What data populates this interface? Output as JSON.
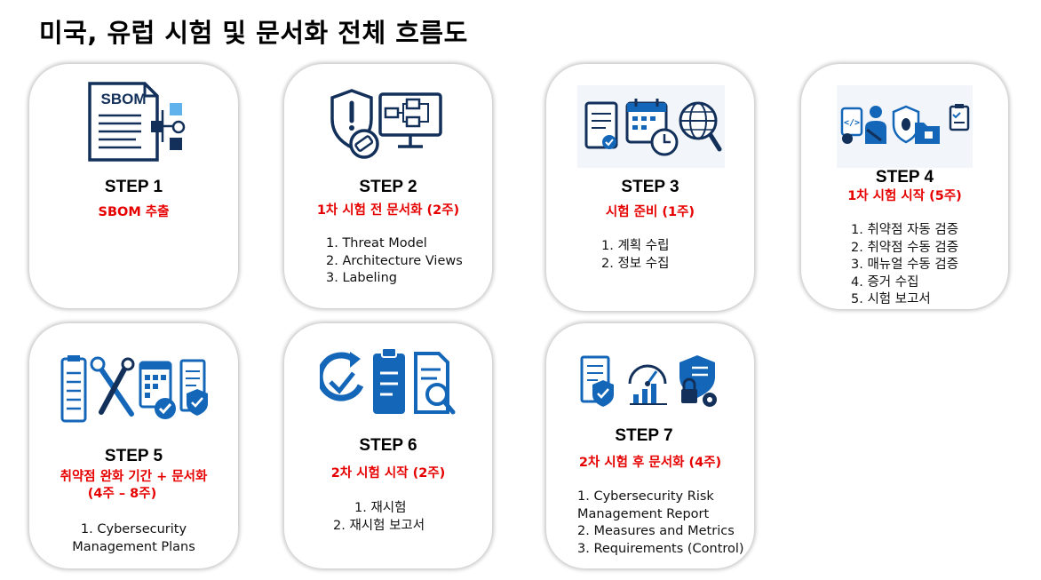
{
  "title": "미국, 유럽 시험 및 문서화 전체 흐름도",
  "colors": {
    "accent_red": "#e60000",
    "icon_blue": "#1467b8",
    "icon_dark": "#12305a"
  },
  "steps": [
    {
      "label": "STEP 1",
      "subtitle": "SBOM 추출",
      "items": [],
      "icon_text": "SBOM",
      "icons": [
        "sbom-document-icon",
        "tree-diagram-icon"
      ]
    },
    {
      "label": "STEP 2",
      "subtitle": "1차 시험 전 문서화 (2주)",
      "items": [
        "1. Threat Model",
        "2. Architecture Views",
        "3. Labeling"
      ],
      "icons": [
        "warning-shield-icon",
        "tag-icon",
        "monitor-flowchart-icon"
      ]
    },
    {
      "label": "STEP 3",
      "subtitle": "시험 준비 (1주)",
      "items": [
        "1. 계획 수립",
        "2. 정보 수집"
      ],
      "icons": [
        "checklist-document-icon",
        "calendar-clock-icon",
        "globe-search-icon"
      ]
    },
    {
      "label": "STEP 4",
      "subtitle": "1차 시험 시작 (5주)",
      "items": [
        "1. 취약점 자동 검증",
        "2. 취약점 수동 검증",
        "3. 매뉴얼 수동 검증",
        "4. 증거 수집",
        "5. 시험 보고서"
      ],
      "icons": [
        "code-tablet-icon",
        "person-wrench-icon",
        "bug-shield-icon",
        "folder-lock-icon",
        "clipboard-check-icon"
      ]
    },
    {
      "label": "STEP 5",
      "subtitle": "취약점 완화 기간 + 문서화 (4주 – 8주)",
      "subtitle_lines": [
        "취약점 완화 기간 + 문서화",
        "(4주 – 8주)"
      ],
      "items": [
        "1. Cybersecurity",
        "Management Plans"
      ],
      "icons": [
        "clipboard-list-icon",
        "tools-icon",
        "calendar-check-icon",
        "document-shield-icon"
      ]
    },
    {
      "label": "STEP 6",
      "subtitle": "2차 시험 시작 (2주)",
      "items": [
        "1. 재시험",
        "2. 재시험 보고서"
      ],
      "icons": [
        "refresh-check-icon",
        "clipboard-icon",
        "document-search-icon"
      ]
    },
    {
      "label": "STEP 7",
      "subtitle": "2차 시험 후 문서화 (4주)",
      "items": [
        "1. Cybersecurity Risk",
        "Management Report",
        "2. Measures and Metrics",
        "3. Requirements (Control)"
      ],
      "icons": [
        "document-shield-icon",
        "gauge-chart-icon",
        "lock-gear-checklist-icon"
      ]
    }
  ]
}
